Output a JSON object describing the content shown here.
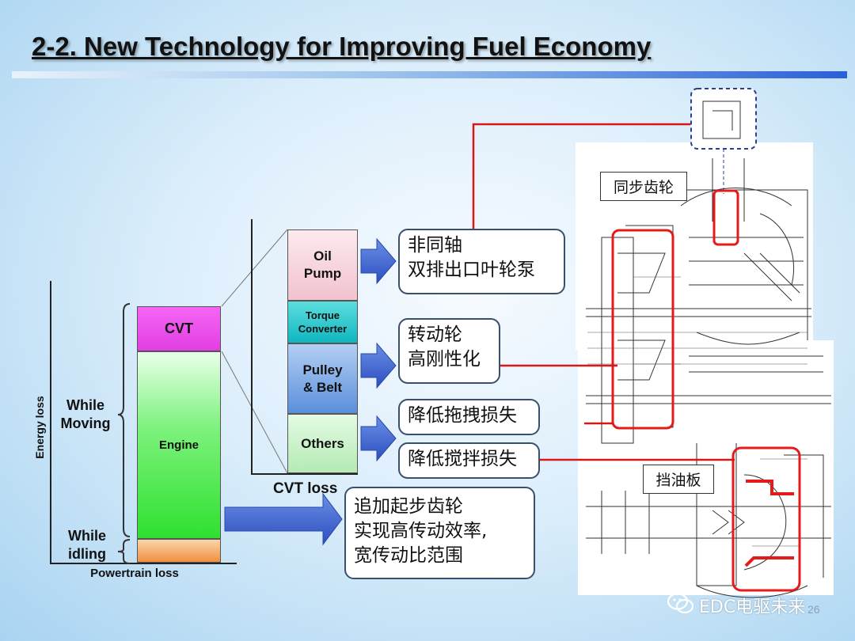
{
  "title": "2-2. New Technology for Improving Fuel Economy",
  "left_chart": {
    "y_axis_label": "Energy loss",
    "x_axis_label": "Powertrain loss",
    "brace_moving": [
      "While",
      "Moving"
    ],
    "brace_idling": [
      "While",
      "idling"
    ],
    "segments": {
      "cvt": "CVT",
      "engine": "Engine"
    }
  },
  "cvt_chart": {
    "x_axis_label": "CVT loss",
    "segments": {
      "oil_pump": [
        "Oil",
        "Pump"
      ],
      "torque_converter": [
        "Torque",
        "Converter"
      ],
      "pulley_belt": [
        "Pulley",
        "& Belt"
      ],
      "others": "Others"
    }
  },
  "callouts": {
    "oil_pump": [
      "非同轴",
      "双排出口叶轮泵"
    ],
    "pulley": [
      "转动轮",
      "高刚性化"
    ],
    "drag": "降低拖拽损失",
    "churning": "降低搅拌损失",
    "gear": [
      "追加起步齿轮",
      "实现高传动效率,",
      "宽传动比范围"
    ]
  },
  "drawing_labels": {
    "sync_gear": "同步齿轮",
    "oil_baffle": "挡油板"
  },
  "watermark": "EDC电驱未来",
  "page_number": "26",
  "colors": {
    "cvt": "#ee44ee",
    "engine": "#55ee55",
    "idle": "#f4a35a",
    "oil_pump": "#f6cfd8",
    "torque": "#18c4c4",
    "pulley": "#6fa0e0",
    "others": "#c7f0c7",
    "arrow": "#3a60c9",
    "highlight": "#e31b1b"
  }
}
